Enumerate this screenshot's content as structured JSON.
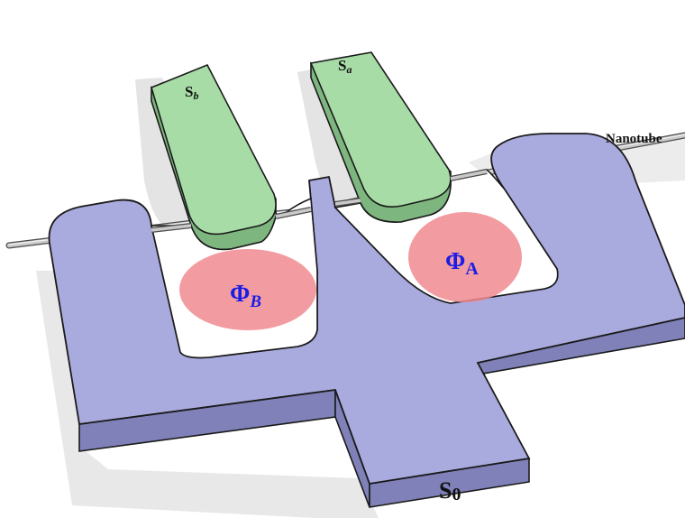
{
  "labels": {
    "nanotube": "Nanotube",
    "lead_a": {
      "base": "S",
      "sub": "a"
    },
    "lead_b": {
      "base": "S",
      "sub": "b"
    },
    "lead_0": {
      "base": "S",
      "sub": "0"
    },
    "flux_a": {
      "base": "Φ",
      "sub": "A"
    },
    "flux_b": {
      "base": "Φ",
      "sub": "B"
    }
  },
  "colors": {
    "background": "#ffffff",
    "shadow": "#d2d2d2",
    "superconductor_top": "#a9aade",
    "superconductor_side": "#7f81b8",
    "lead_top": "#a7dca7",
    "lead_side": "#7eb67f",
    "flux_region": "#f08a90",
    "flux_label": "#1a1de6",
    "outline": "#1a1a1a",
    "nanotube": "#b9b9b9"
  }
}
